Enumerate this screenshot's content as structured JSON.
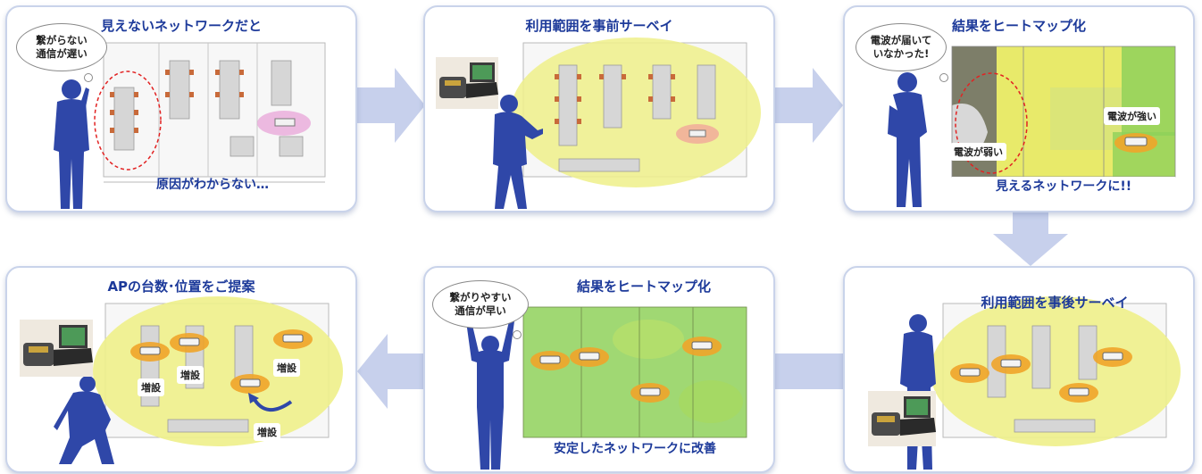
{
  "colors": {
    "accent": "#1d3a9a",
    "figure": "#2f47a8",
    "survey_area": "#eef08a",
    "heat_green": "#8fd15a",
    "heat_yellow": "#e6e85a",
    "arrow": "#c7d0ec",
    "ap_ring": "#f0a52a",
    "problem_circle": "#e22222"
  },
  "panels": [
    {
      "title": "見えないネットワークだと",
      "caption": "原因がわからない…",
      "bubble": [
        "繋がらない",
        "通信が遅い"
      ]
    },
    {
      "title": "利用範囲を事前サーベイ"
    },
    {
      "title": "結果をヒートマップ化",
      "caption": "見えるネットワークに!!",
      "bubble": [
        "電波が届いて",
        "いなかった!"
      ],
      "labels": {
        "weak": "電波が弱い",
        "strong": "電波が強い"
      }
    },
    {
      "title": "利用範囲を事後サーベイ"
    },
    {
      "title": "結果をヒートマップ化",
      "caption": "安定したネットワークに改善",
      "bubble": [
        "繋がりやすい",
        "通信が早い"
      ]
    },
    {
      "title": "APの台数･位置をご提案",
      "labels": [
        "増設",
        "増設",
        "増設",
        "増設"
      ]
    }
  ],
  "icons": [
    "arrow-right-icon",
    "arrow-down-icon",
    "arrow-left-icon",
    "access-point-icon",
    "laptop-photo-icon"
  ]
}
